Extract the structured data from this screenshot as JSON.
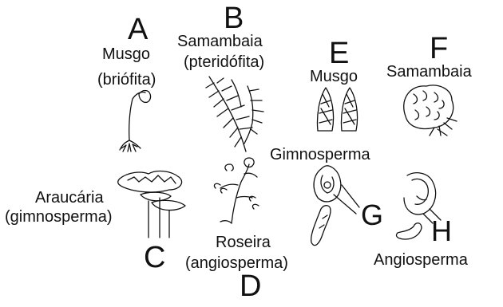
{
  "panels": {
    "A": {
      "letter": "A",
      "line1": "Musgo",
      "line2": "(briófita)"
    },
    "B": {
      "letter": "B",
      "line1": "Samambaia",
      "line2": "(pteridófita)"
    },
    "C": {
      "letter": "C",
      "line1": "Araucária",
      "line2": "(gimnosperma)"
    },
    "D": {
      "letter": "D",
      "line1": "Roseira",
      "line2": "(angiosperma)"
    },
    "E": {
      "letter": "E",
      "label": "Musgo"
    },
    "F": {
      "letter": "F",
      "label": "Samambaia"
    },
    "G": {
      "letter": "G",
      "label": "Gimnosperma"
    },
    "H": {
      "letter": "H",
      "label": "Angiosperma"
    }
  }
}
